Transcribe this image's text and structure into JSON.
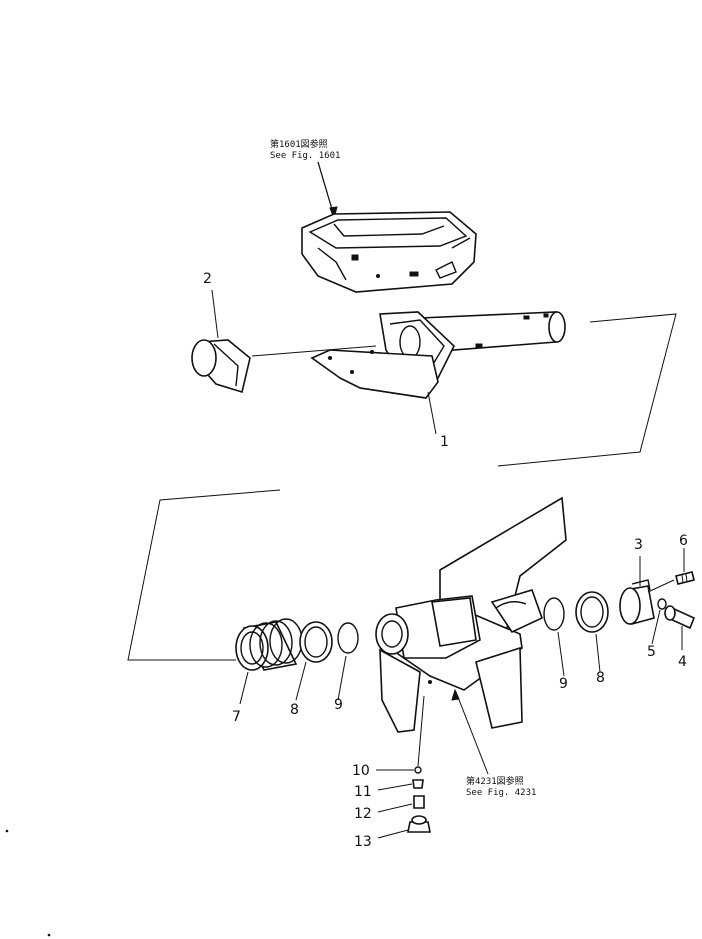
{
  "references": {
    "top_jp": "第1601図参照",
    "top_en": "See Fig. 1601",
    "bottom_jp": "第4231図参照",
    "bottom_en": "See Fig. 4231"
  },
  "callouts": {
    "c1": "1",
    "c2": "2",
    "c3": "3",
    "c4": "4",
    "c5": "5",
    "c6": "6",
    "c7": "7",
    "c8a": "8",
    "c8b": "8",
    "c9a": "9",
    "c9b": "9",
    "c10": "10",
    "c11": "11",
    "c12": "12",
    "c13": "13"
  }
}
